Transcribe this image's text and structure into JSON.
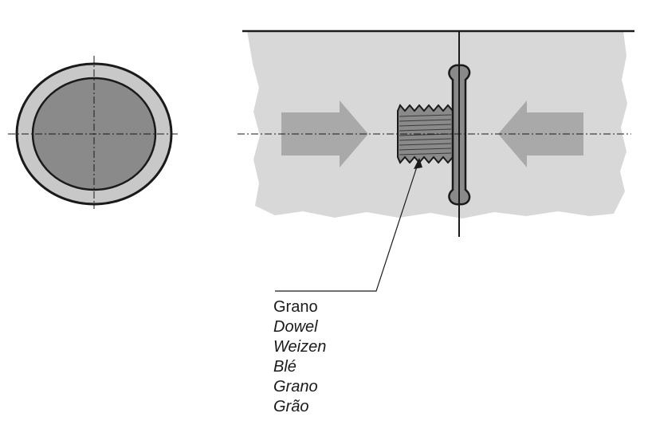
{
  "callout": {
    "primary": "Grano",
    "translations": [
      "Dowel",
      "Weizen",
      "Blé",
      "Grano",
      "Grão"
    ]
  },
  "colors": {
    "panel": "#d8d8d8",
    "part_dark": "#8a8a8a",
    "part_ring": "#c8c8c8",
    "arrow": "#a9a9a9",
    "outline": "#1a1a1a"
  },
  "icons": {
    "left_arrow": "arrow-right-icon",
    "right_arrow": "arrow-left-icon"
  }
}
